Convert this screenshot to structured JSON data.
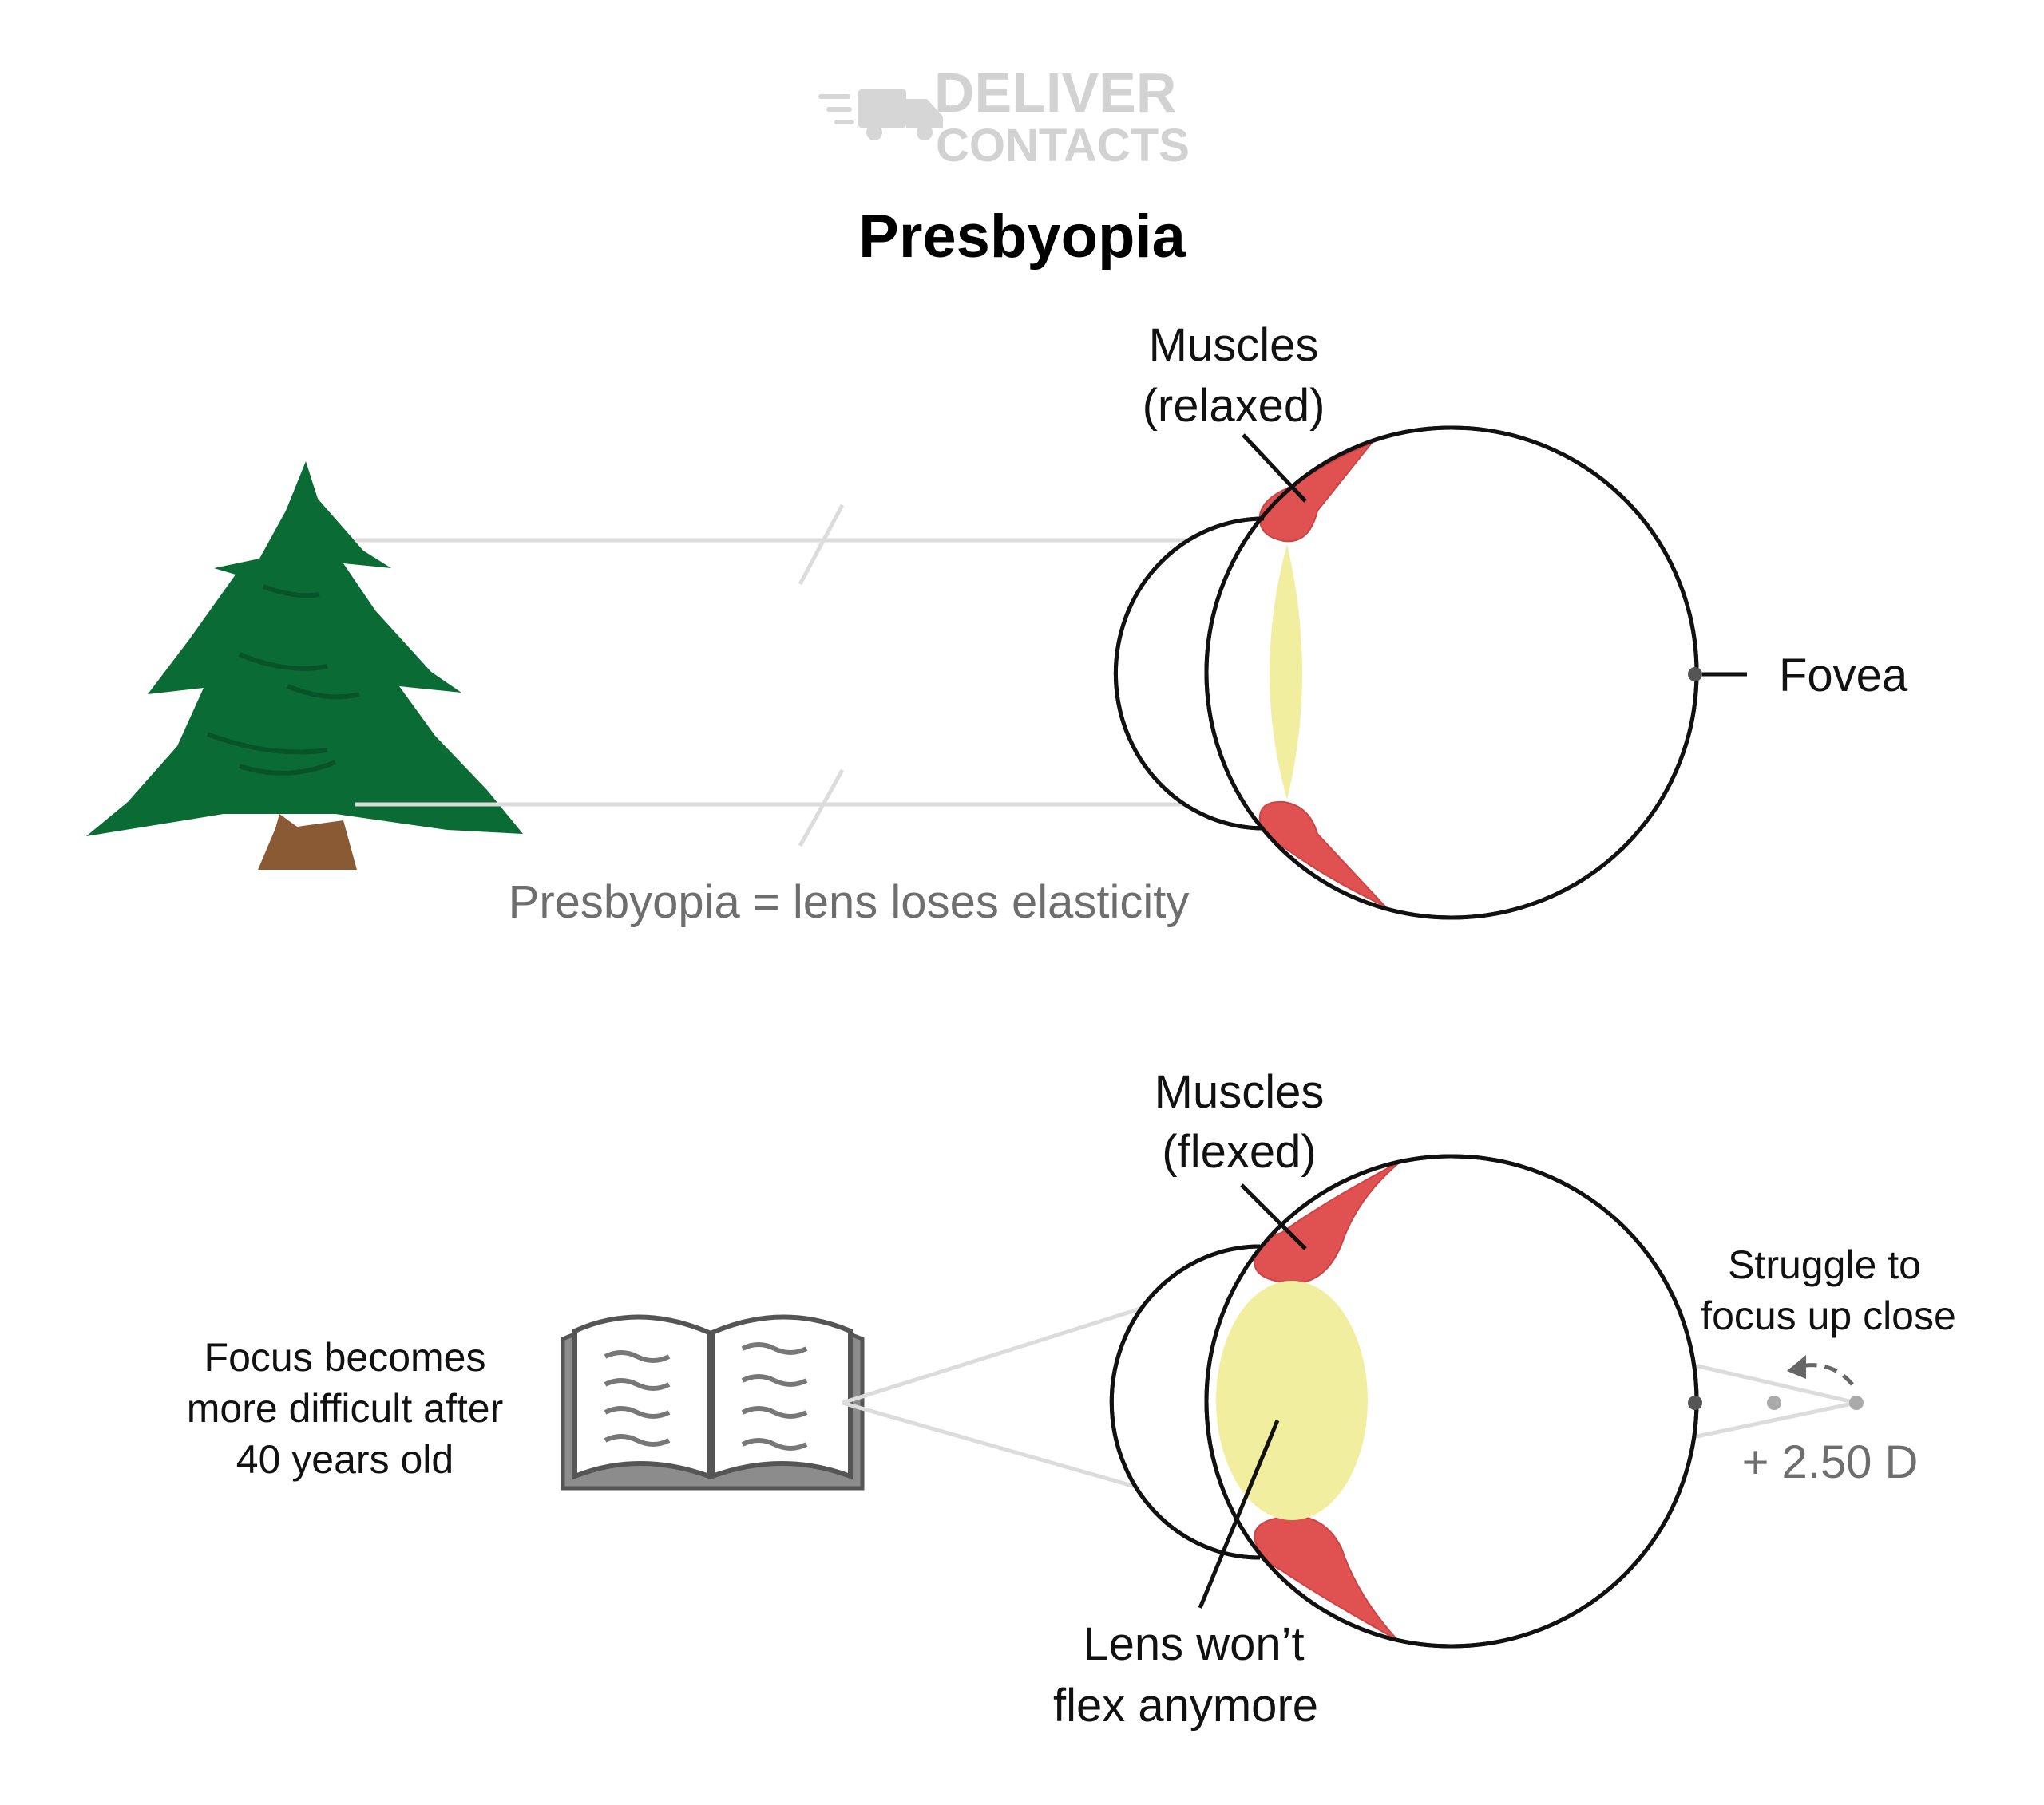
{
  "logo": {
    "line1": "DELIVER",
    "line2": "CONTACTS"
  },
  "title": "Presbyopia",
  "top_diagram": {
    "muscles_label_1": "Muscles",
    "muscles_label_2": "(relaxed)",
    "fovea_label": "Fovea",
    "caption": "Presbyopia = lens loses elasticity"
  },
  "bottom_diagram": {
    "muscles_label_1": "Muscles",
    "muscles_label_2": "(flexed)",
    "focus_note_1": "Focus becomes",
    "focus_note_2": "more difficult after",
    "focus_note_3": "40 years old",
    "struggle_1": "Struggle to",
    "struggle_2": "focus up close",
    "diopter": "+ 2.50 D",
    "lens_label_1": "Lens won’t",
    "lens_label_2": "flex anymore"
  },
  "colors": {
    "muscle": "#e05252",
    "lens": "#f2eea0",
    "tree": "#0b6b35",
    "trunk": "#8a5a34",
    "ray": "#dcdcdc",
    "outline": "#111111"
  },
  "icons": [
    "truck-icon",
    "tree-icon",
    "book-icon"
  ]
}
